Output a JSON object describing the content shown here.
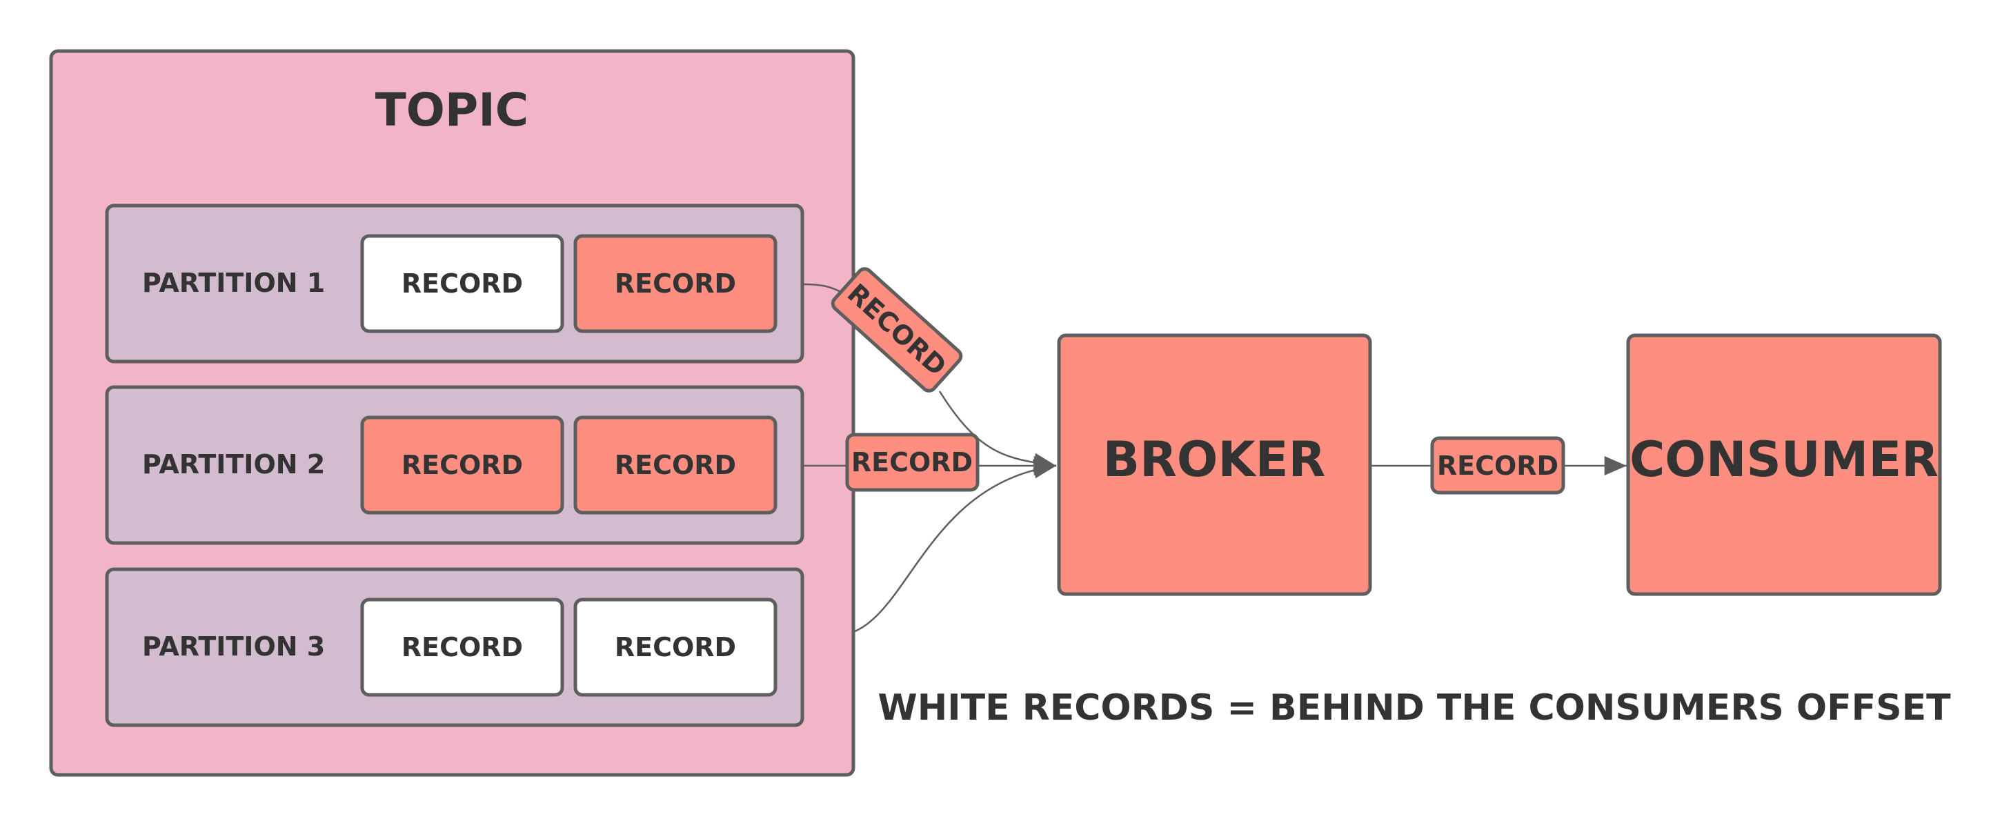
{
  "colors": {
    "topic_fill": "#f2b5c8",
    "partition_fill": "#d3bbd0",
    "record_active": "#fe8f80",
    "record_behind": "#ffffff",
    "stroke": "#5e5e5e",
    "text": "#333333"
  },
  "topic": {
    "title": "TOPIC",
    "partitions": [
      {
        "label": "PARTITION 1",
        "records": [
          {
            "label": "RECORD",
            "state": "behind"
          },
          {
            "label": "RECORD",
            "state": "active"
          }
        ]
      },
      {
        "label": "PARTITION 2",
        "records": [
          {
            "label": "RECORD",
            "state": "active"
          },
          {
            "label": "RECORD",
            "state": "active"
          }
        ]
      },
      {
        "label": "PARTITION 3",
        "records": [
          {
            "label": "RECORD",
            "state": "behind"
          },
          {
            "label": "RECORD",
            "state": "behind"
          }
        ]
      }
    ]
  },
  "in_flight": {
    "from_partition_1": "RECORD",
    "from_partition_2": "RECORD",
    "broker_to_consumer": "RECORD"
  },
  "broker": {
    "label": "BROKER"
  },
  "consumer": {
    "label": "CONSUMER"
  },
  "legend": "WHITE RECORDS = BEHIND THE CONSUMERS OFFSET"
}
